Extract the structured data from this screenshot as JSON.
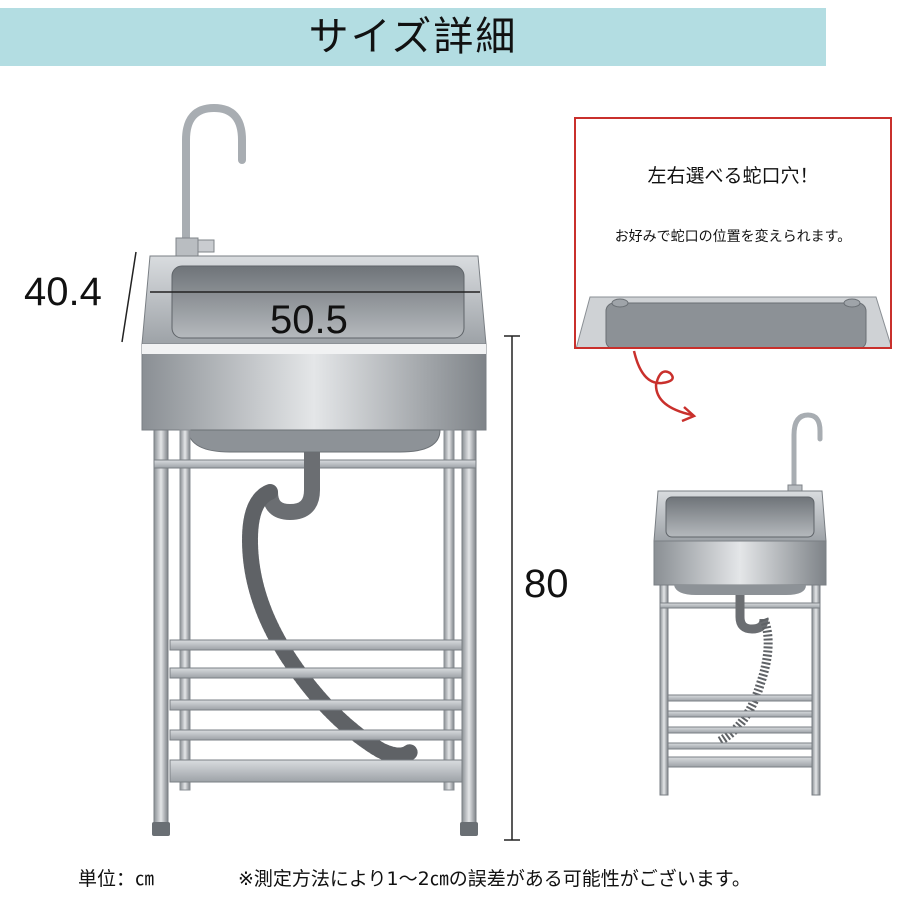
{
  "header": {
    "title": "サイズ詳細"
  },
  "dimensions": {
    "depth": "40.4",
    "width": "50.5",
    "height": "80"
  },
  "callout": {
    "heading": "左右選べる蛇口穴！",
    "description": "お好みで蛇口の位置を変えられます。"
  },
  "footer": {
    "unit_label": "単位：㎝",
    "note": "※測定方法により1～2㎝の誤差がある可能性がございます。"
  },
  "colors": {
    "title_band": "#b3dde2",
    "callout_border": "#c9302c",
    "steel": "#9ea3a8"
  },
  "icons": [
    "faucet-icon",
    "curved-arrow-icon"
  ]
}
